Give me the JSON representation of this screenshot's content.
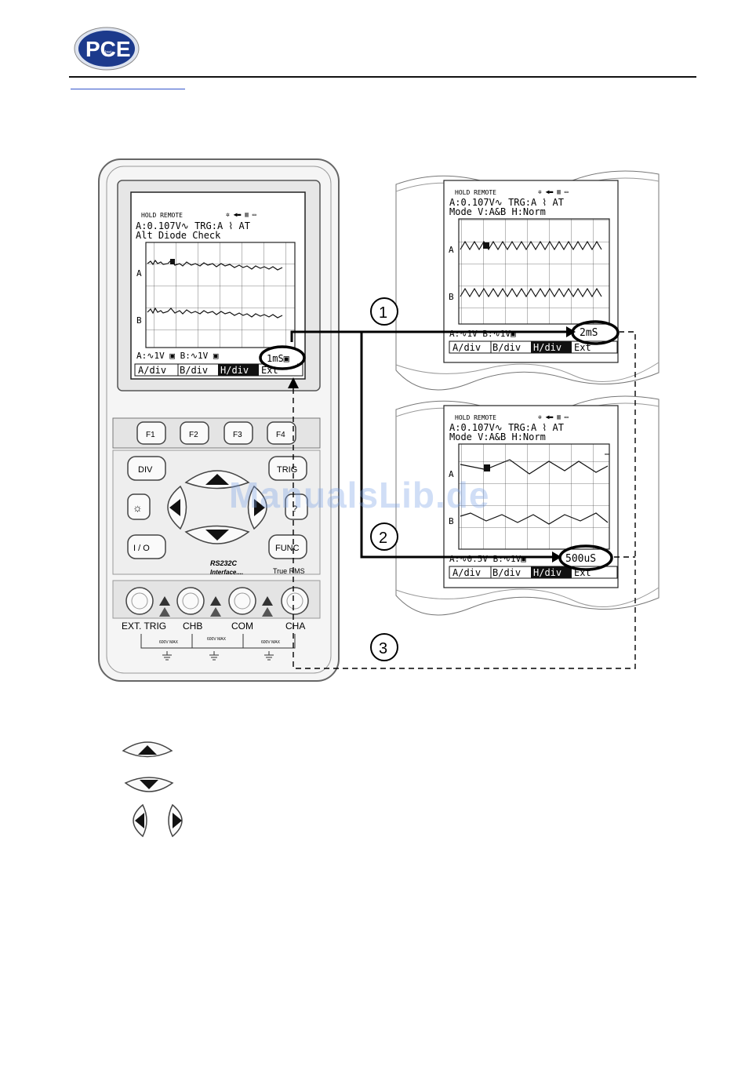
{
  "header": {
    "logo_text": "PCE",
    "logo_sub": "Inst."
  },
  "watermark": "ManualsLib.de",
  "device": {
    "lcd": {
      "status_left": "HOLD   REMOTE",
      "line1": "A:0.107V∿  TRG:A ⌇ AT",
      "line2": "Alt Diode Check",
      "channel_a": "A",
      "channel_b": "B",
      "bottom_status": "A:∿1V  ▣ B:∿1V ▣",
      "time_base": "1mS▣",
      "softkeys": [
        "A/div",
        "B/div",
        "H/div",
        "Ext"
      ]
    },
    "fkeys": [
      "F1",
      "F2",
      "F3",
      "F4"
    ],
    "keys": {
      "div": "DIV",
      "trig": "TRIG",
      "io": "I / O",
      "func": "FUNC",
      "help": "?"
    },
    "interface_label": "RS232C",
    "interface_label2": "Interface....",
    "true_rms": "True RMS",
    "jacks": [
      "EXT. TRIG",
      "CHB",
      "COM",
      "CHA"
    ],
    "max_labels": [
      "600V MAX",
      "600V MAX",
      "600V MAX"
    ]
  },
  "screen1": {
    "status_left": "HOLD   REMOTE",
    "line1": "A:0.107V∿   TRG:A ⌇ AT",
    "line2": "Mode  V:A&B  H:Norm",
    "channel_a": "A",
    "channel_b": "B",
    "bottom_status": "A:∿1V     B:∿1V▣",
    "time_base": "2mS",
    "softkeys": [
      "A/div",
      "B/div",
      "H/div",
      "Ext"
    ]
  },
  "screen2": {
    "status_left": "HOLD   REMOTE",
    "line1": "A:0.107V∿  TRG:A ⌇ AT",
    "line2": "Mode  V:A&B  H:Norm",
    "channel_a": "A",
    "channel_b": "B",
    "bottom_status": "A:∿0.5V  B:∿1V▣",
    "time_base": "500uS",
    "softkeys": [
      "A/div",
      "B/div",
      "H/div",
      "Ext"
    ]
  },
  "callouts": [
    "1",
    "2",
    "3"
  ],
  "legend": [
    {
      "icon": "up-arrow-key-icon"
    },
    {
      "icon": "down-arrow-key-icon"
    },
    {
      "icon": "left-arrow-key-icon"
    },
    {
      "icon": "right-arrow-key-icon"
    }
  ]
}
